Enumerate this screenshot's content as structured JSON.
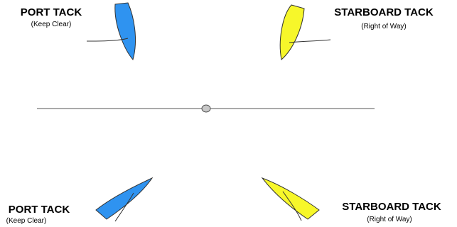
{
  "labels": {
    "top_left": {
      "title": "PORT TACK",
      "subtitle": "(Keep Clear)"
    },
    "top_right": {
      "title": "STARBOARD TACK",
      "subtitle": "(Right of Way)"
    },
    "bottom_left": {
      "title": "PORT TACK",
      "subtitle": "(Keep Clear)"
    },
    "bottom_right": {
      "title": "STARBOARD TACK",
      "subtitle": "(Right of Way)"
    }
  },
  "colors": {
    "port_boat": "#2f93f0",
    "starboard_boat": "#f7f72a",
    "outline": "#333333",
    "line": "#555555",
    "mark": "#c8c8c8"
  },
  "icons": {
    "mark": "mark-buoy-icon",
    "port_boat": "sailboat-port-icon",
    "starboard_boat": "sailboat-starboard-icon"
  }
}
